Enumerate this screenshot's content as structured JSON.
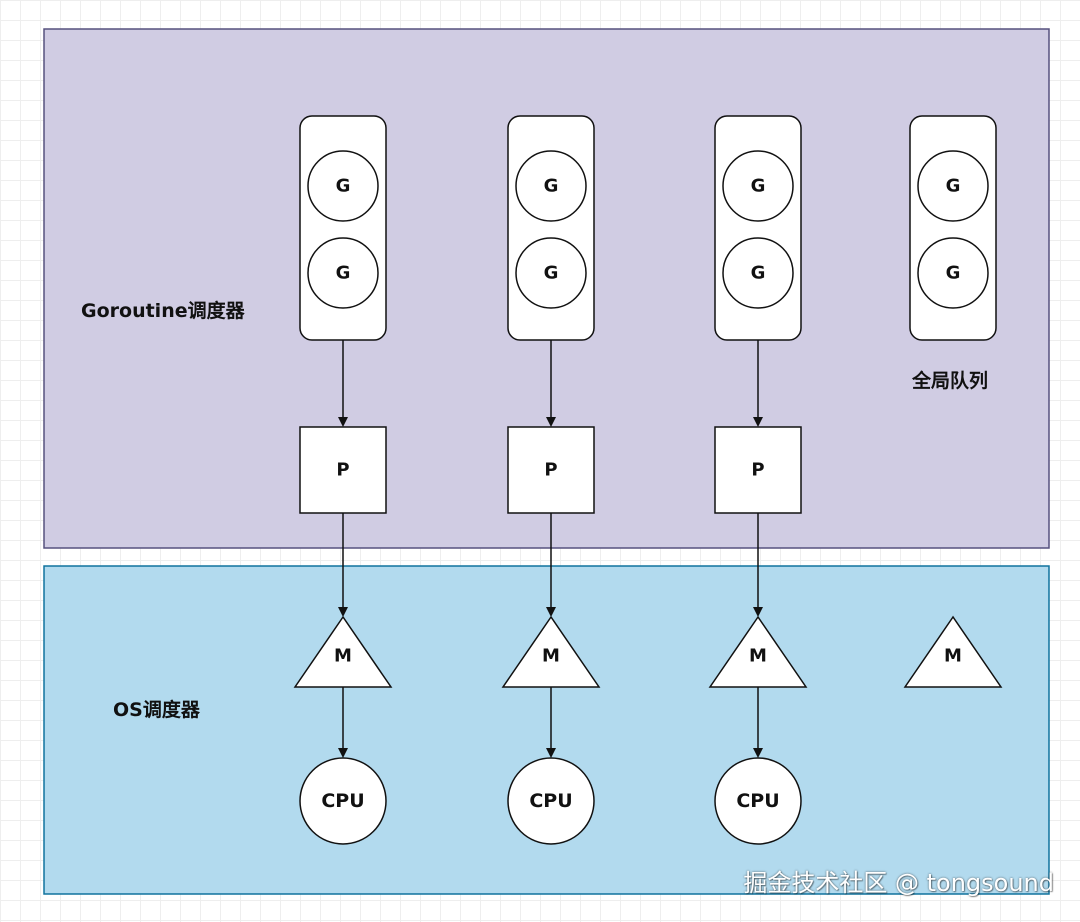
{
  "regions": {
    "goroutine_scheduler": {
      "label": "Goroutine调度器",
      "fill": "#d0cce3",
      "stroke": "#56517e"
    },
    "os_scheduler": {
      "label": "OS调度器",
      "fill": "#b2daee",
      "stroke": "#10739e"
    }
  },
  "goroutine_symbol": "G",
  "processor_symbol": "P",
  "machine_symbol": "M",
  "cpu_label": "CPU",
  "global_queue_label": "全局队列",
  "watermark": "掘金技术社区 @ tongsound",
  "columns": [
    {
      "queue": [
        "G",
        "G"
      ],
      "p": "P",
      "m": "M",
      "cpu": "CPU"
    },
    {
      "queue": [
        "G",
        "G"
      ],
      "p": "P",
      "m": "M",
      "cpu": "CPU"
    },
    {
      "queue": [
        "G",
        "G"
      ],
      "p": "P",
      "m": "M",
      "cpu": "CPU"
    }
  ],
  "global_queue": {
    "items": [
      "G",
      "G"
    ],
    "label": "全局队列"
  },
  "idle_m": "M",
  "colors": {
    "node_fill": "#ffffff",
    "node_stroke": "#111111",
    "edge": "#111111"
  }
}
